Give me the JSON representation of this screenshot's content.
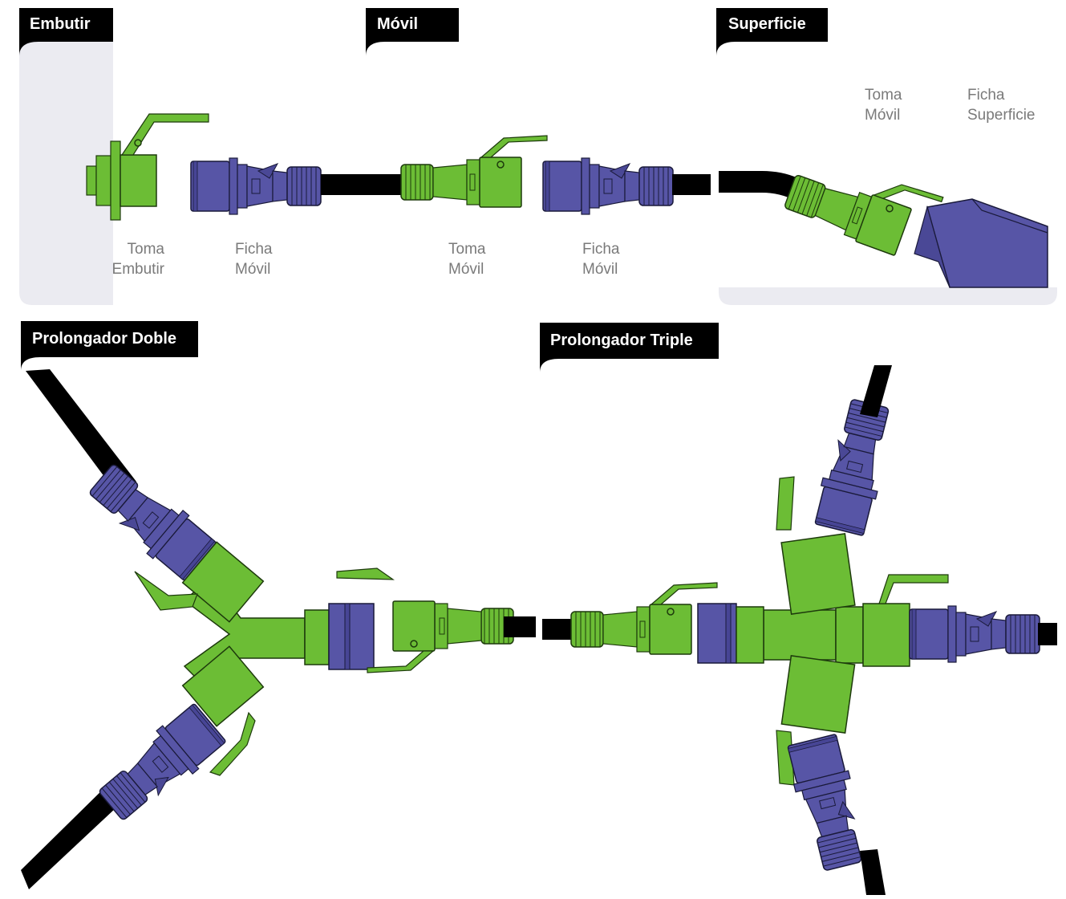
{
  "colors": {
    "green": "#6cbd35",
    "blue": "#5755a6",
    "cable": "#000000",
    "panel": "#ebebf1",
    "tab": "#000000",
    "label": "#7a7a7a"
  },
  "sections": {
    "embutir": {
      "tab": "Embutir",
      "labels": [
        {
          "line1": "Toma",
          "line2": "Embutir"
        },
        {
          "line1": "Ficha",
          "line2": "Móvil"
        }
      ]
    },
    "movil": {
      "tab": "Móvil",
      "labels": [
        {
          "line1": "Toma",
          "line2": "Móvil"
        },
        {
          "line1": "Ficha",
          "line2": "Móvil"
        }
      ]
    },
    "superficie": {
      "tab": "Superficie",
      "labels": [
        {
          "line1": "Toma",
          "line2": "Móvil"
        },
        {
          "line1": "Ficha",
          "line2": "Superficie"
        }
      ]
    },
    "prolongador_doble": {
      "tab": "Prolongador Doble"
    },
    "prolongador_triple": {
      "tab": "Prolongador Triple"
    }
  },
  "icons": [
    "embutir-socket",
    "mobile-plug",
    "mobile-socket",
    "surface-plug",
    "double-extension",
    "triple-extension",
    "cable"
  ]
}
